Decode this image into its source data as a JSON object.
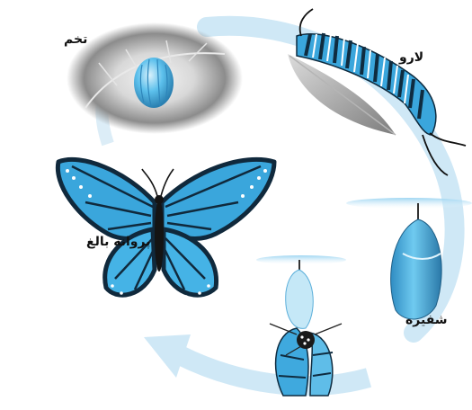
{
  "labels": {
    "egg": "تخم",
    "larva": "لارو",
    "pupa": "شفیره",
    "adult": "پروانه بالغ"
  },
  "colors": {
    "cycle_arrow": "#cfe8f6",
    "insect_blue": "#45b3e6",
    "insect_dark": "#1b3e57",
    "leaf_grey": "#9a9a9a",
    "egg_halo": "#bdbdbd"
  },
  "stages": [
    "egg",
    "larva",
    "pupa",
    "emerging",
    "adult"
  ]
}
